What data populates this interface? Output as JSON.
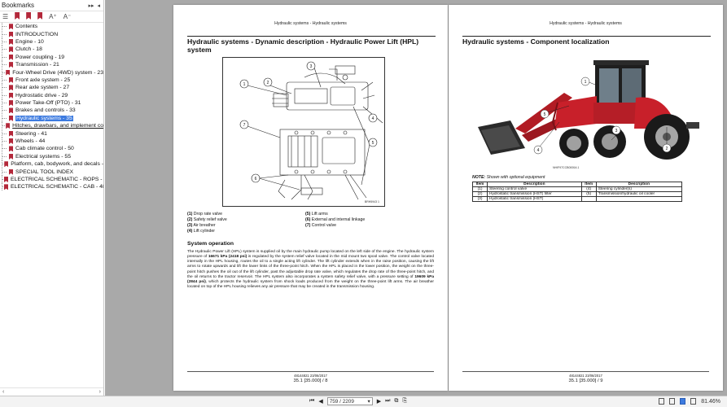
{
  "sidebar": {
    "title": "Bookmarks",
    "header_controls": [
      "▸▸",
      "◂"
    ],
    "items": [
      {
        "label": "Contents"
      },
      {
        "label": "INTRODUCTION"
      },
      {
        "label": "Engine - 10"
      },
      {
        "label": "Clutch - 18"
      },
      {
        "label": "Power coupling - 19"
      },
      {
        "label": "Transmission - 21"
      },
      {
        "label": "Four-Wheel Drive (4WD) system - 23"
      },
      {
        "label": "Front axle system - 25"
      },
      {
        "label": "Rear axle system - 27"
      },
      {
        "label": "Hydrostatic drive - 29"
      },
      {
        "label": "Power Take-Off (PTO) - 31"
      },
      {
        "label": "Brakes and controls - 33"
      },
      {
        "label": "Hydraulic systems - 35"
      },
      {
        "label": "Hitches, drawbars, and implement co"
      },
      {
        "label": "Steering - 41"
      },
      {
        "label": "Wheels - 44"
      },
      {
        "label": "Cab climate control - 50"
      },
      {
        "label": "Electrical systems - 55"
      },
      {
        "label": "Platform, cab, bodywork, and decals -"
      },
      {
        "label": "SPECIAL TOOL INDEX"
      },
      {
        "label": "ELECTRICAL SCHEMATIC - ROPS - 481"
      },
      {
        "label": "ELECTRICAL SCHEMATIC - CAB - 4811"
      }
    ],
    "tools": [
      "A⁺",
      "A⁻"
    ],
    "scroll_left": "‹",
    "scroll_right": "›"
  },
  "page1": {
    "running_head": "Hydraulic systems - Hydraulic systems",
    "title": "Hydraulic systems - Dynamic description - Hydraulic Power Lift (HPL) system",
    "figure_id": "BRH5943    1",
    "callouts": [
      "1",
      "2",
      "3",
      "4",
      "5",
      "6",
      "7"
    ],
    "legend": [
      {
        "num": "(1)",
        "text": "Drop rate valve"
      },
      {
        "num": "(5)",
        "text": "Lift arms"
      },
      {
        "num": "(2)",
        "text": "Safety relief valve"
      },
      {
        "num": "(6)",
        "text": "External and internal linkage"
      },
      {
        "num": "(3)",
        "text": "Air breather"
      },
      {
        "num": "(7)",
        "text": "Control valve"
      },
      {
        "num": "(4)",
        "text": "Lift cylinder"
      },
      {
        "num": "",
        "text": ""
      }
    ],
    "section_heading": "System operation",
    "body": {
      "p1": "The Hydraulic Power Lift (HPL) system is supplied oil by the main hydraulic pump located on the left side of the engine. The hydraulic system pressure of ",
      "b1": "16671 kPa (2418 psi)",
      "p2": " is regulated by the system relief valve located in the mid mount two spool valve. The control valve located internally in the HPL housing, routes the oil to a single acting lift cylinder. The lift cylinder extends when in the raise position, causing the lift arms to rotate upwards and lift the lower links of the three-point hitch. When the HPL is placed in the lower position, the weight on the three-point hitch pushes the oil out of the lift cylinder, past the adjustable drop rate valve, which regulates the drop rate of the three-point hitch, and the oil returns to the tractor reservoir. The HPL system also incorporates a system safety relief valve, with a pressure setting of ",
      "b2": "19609 kPa (2844 psi)",
      "p3": ", which protects the hydraulic system from shock loads produced from the weight on the three-point lift arms. The air breather located on top of the HPL housing relieves any air pressure that may be created in the transmission housing."
    },
    "footer_doc": "48144821 23/06/2017",
    "footer_page": "35.1 [35.000] / 8"
  },
  "page2": {
    "running_head": "Hydraulic systems - Hydraulic systems",
    "title": "Hydraulic systems - Component localization",
    "photo_id": "NHIF97CCB0000A    1",
    "callouts": [
      "1",
      "2",
      "3",
      "4",
      "5"
    ],
    "note_label": "NOTE:",
    "note_text": "Shown with optional equipment",
    "table": {
      "headers": [
        "Item",
        "Description",
        "Item",
        "Description"
      ],
      "rows": [
        [
          "(1)",
          "Steering control valve",
          "(4)",
          "Steering cylinder(s)"
        ],
        [
          "(2)",
          "Hydrostatic transmission (HST) filter",
          "(5)",
          "Transmission/hydraulic oil cooler"
        ],
        [
          "(3)",
          "Hydrostatic transmission (HST)",
          "",
          ""
        ]
      ]
    },
    "footer_doc": "48144821 23/06/2017",
    "footer_page": "35.1 [35.000] / 9"
  },
  "toolbar": {
    "first": "⏮",
    "prev": "◀",
    "page_value": "759 / 2209",
    "dropdown": "▾",
    "next": "▶",
    "last": "⏭",
    "zoom": "81.46%"
  },
  "colors": {
    "selection": "#3d7be0",
    "bookmark_red": "#b3283a",
    "canvas_gray": "#a9a9a9"
  }
}
